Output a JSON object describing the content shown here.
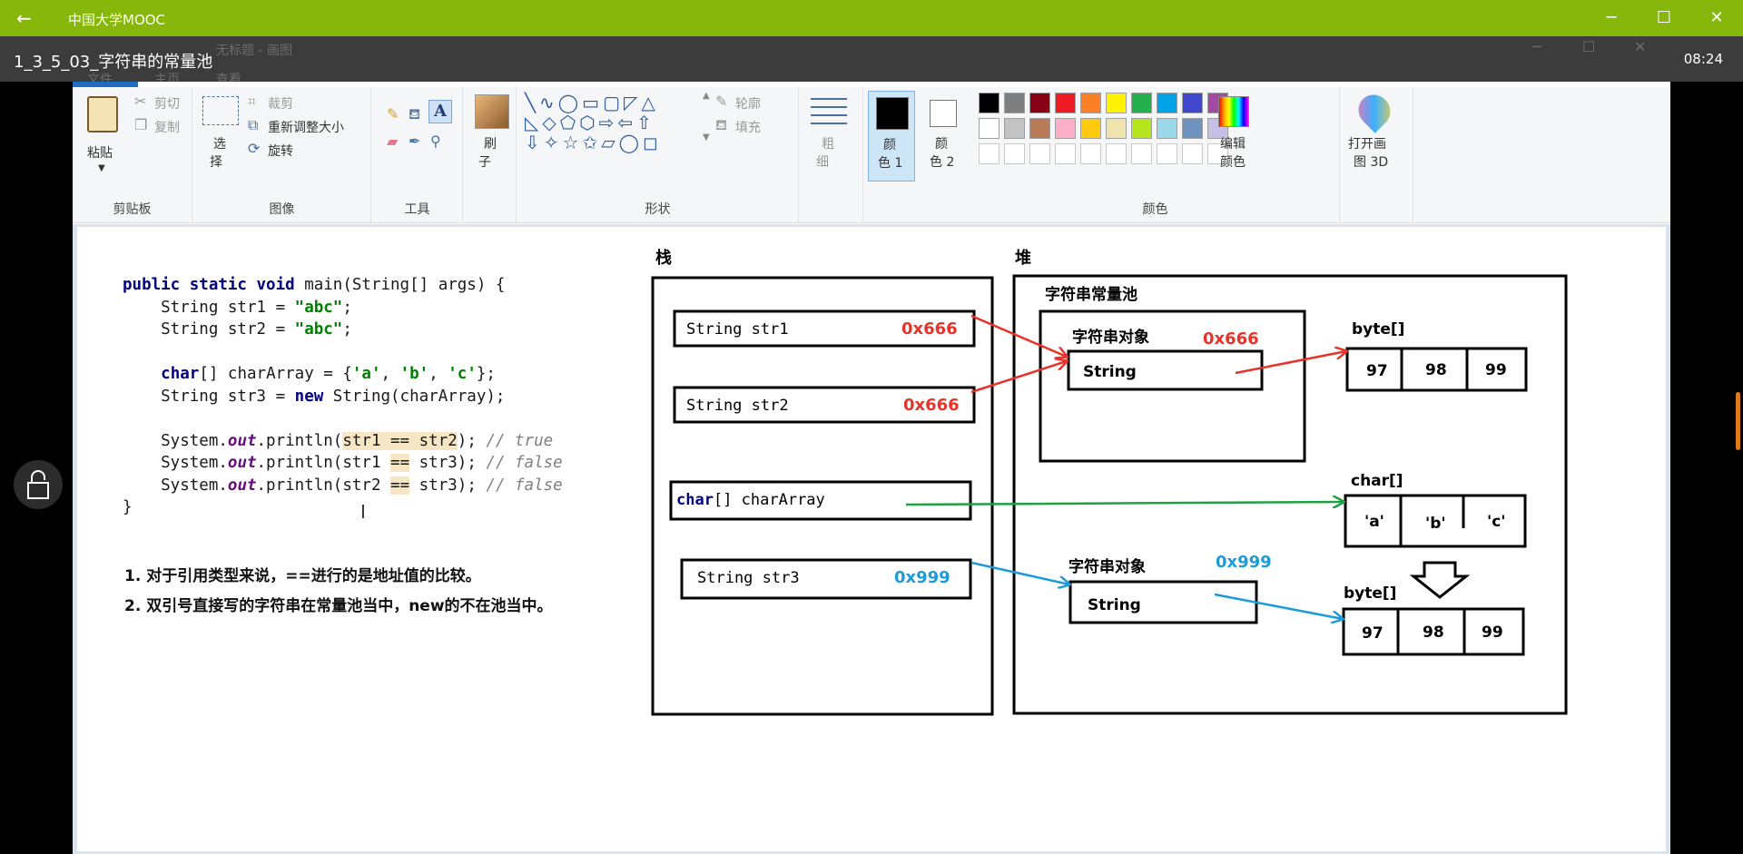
{
  "app": {
    "title": "中国大学MOOC",
    "back_icon": "back-arrow-icon",
    "controls": {
      "minimize": "─",
      "maximize": "☐",
      "close": "✕"
    }
  },
  "video": {
    "title": "1_3_5_03_字符串的常量池",
    "time": "08:24",
    "ghost_window_title": "无标题 - 画图",
    "ghost_tabs": [
      "文件",
      "主页",
      "查看"
    ]
  },
  "ribbon": {
    "clipboard": {
      "label": "剪贴板",
      "paste": "粘贴",
      "cut": "剪切",
      "copy": "复制"
    },
    "image": {
      "label": "图像",
      "select_1": "选",
      "select_2": "择",
      "crop": "裁剪",
      "resize": "重新调整大小",
      "rotate": "旋转"
    },
    "tools": {
      "label": "工具"
    },
    "brush": {
      "label_1": "刷",
      "label_2": "子"
    },
    "shapes": {
      "label": "形状",
      "outline": "轮廓",
      "fill": "填充"
    },
    "size": {
      "label_1": "粗",
      "label_2": "细"
    },
    "color1": {
      "label_1": "颜",
      "label_2": "色 1"
    },
    "color2": {
      "label_1": "颜",
      "label_2": "色 2"
    },
    "colors": {
      "label": "颜色",
      "edit_1": "编辑",
      "edit_2": "颜色"
    },
    "paint3d": {
      "label_1": "打开画",
      "label_2": "图 3D"
    },
    "palette_row1": [
      "#000000",
      "#7f7f7f",
      "#880015",
      "#ed1c24",
      "#ff7f27",
      "#fff200",
      "#22b14c",
      "#00a2e8",
      "#3f48cc",
      "#a349a4"
    ],
    "palette_row2": [
      "#ffffff",
      "#c3c3c3",
      "#b97a57",
      "#ffaec9",
      "#ffc90e",
      "#efe4b0",
      "#b5e61d",
      "#99d9ea",
      "#7092be",
      "#c8bfe7"
    ]
  },
  "code": {
    "lines": [
      [
        {
          "t": "public static void",
          "c": "kw"
        },
        {
          "t": " main(String[] args) {",
          "c": ""
        }
      ],
      [
        {
          "t": "    String str1 = ",
          "c": ""
        },
        {
          "t": "\"abc\"",
          "c": "str"
        },
        {
          "t": ";",
          "c": ""
        }
      ],
      [
        {
          "t": "    String str2 = ",
          "c": ""
        },
        {
          "t": "\"abc\"",
          "c": "str"
        },
        {
          "t": ";",
          "c": ""
        }
      ],
      [],
      [
        {
          "t": "    ",
          "c": ""
        },
        {
          "t": "char",
          "c": "kw"
        },
        {
          "t": "[] charArray = {",
          "c": ""
        },
        {
          "t": "'a'",
          "c": "str"
        },
        {
          "t": ", ",
          "c": ""
        },
        {
          "t": "'b'",
          "c": "str"
        },
        {
          "t": ", ",
          "c": ""
        },
        {
          "t": "'c'",
          "c": "str"
        },
        {
          "t": "};",
          "c": ""
        }
      ],
      [
        {
          "t": "    String str3 = ",
          "c": ""
        },
        {
          "t": "new",
          "c": "kw"
        },
        {
          "t": " String(charArray);",
          "c": ""
        }
      ],
      [],
      [
        {
          "t": "    System.",
          "c": ""
        },
        {
          "t": "out",
          "c": "fld"
        },
        {
          "t": ".println(",
          "c": ""
        },
        {
          "t": "str1 == str2",
          "c": "hl"
        },
        {
          "t": "); ",
          "c": ""
        },
        {
          "t": "// true",
          "c": "cmt"
        }
      ],
      [
        {
          "t": "    System.",
          "c": ""
        },
        {
          "t": "out",
          "c": "fld"
        },
        {
          "t": ".println(str1 ",
          "c": ""
        },
        {
          "t": "==",
          "c": "hl"
        },
        {
          "t": " str3); ",
          "c": ""
        },
        {
          "t": "// false",
          "c": "cmt"
        }
      ],
      [
        {
          "t": "    System.",
          "c": ""
        },
        {
          "t": "out",
          "c": "fld"
        },
        {
          "t": ".println(str2 ",
          "c": ""
        },
        {
          "t": "==",
          "c": "hl"
        },
        {
          "t": " str3); ",
          "c": ""
        },
        {
          "t": "// false",
          "c": "cmt"
        }
      ],
      [
        {
          "t": "}",
          "c": ""
        }
      ]
    ]
  },
  "notes": [
    "1. 对于引用类型来说，==进行的是地址值的比较。",
    "2. 双引号直接写的字符串在常量池当中，new的不在池当中。"
  ],
  "diagram": {
    "stack_label": "栈",
    "heap_label": "堆",
    "pool_label": "字符串常量池",
    "str1": {
      "name": "String str1",
      "addr": "0x666"
    },
    "str2": {
      "name": "String str2",
      "addr": "0x666"
    },
    "chararray": {
      "kw": "char",
      "name": "[] charArray"
    },
    "str3": {
      "name": "String str3",
      "addr": "0x999"
    },
    "pool_object": {
      "label": "字符串对象",
      "addr": "0x666",
      "field": "String"
    },
    "new_object": {
      "label": "字符串对象",
      "addr": "0x999",
      "field": "String"
    },
    "byte1": {
      "label": "byte[]",
      "cells": [
        "97",
        "98",
        "99"
      ]
    },
    "char_arr": {
      "label": "char[]",
      "cells": [
        "'a'",
        "'b'",
        "'c'"
      ]
    },
    "byte2": {
      "label": "byte[]",
      "cells": [
        "97",
        "98",
        "99"
      ]
    },
    "colors": {
      "red": "#e8332a",
      "green": "#20a045",
      "blue": "#1c9bd8"
    }
  }
}
